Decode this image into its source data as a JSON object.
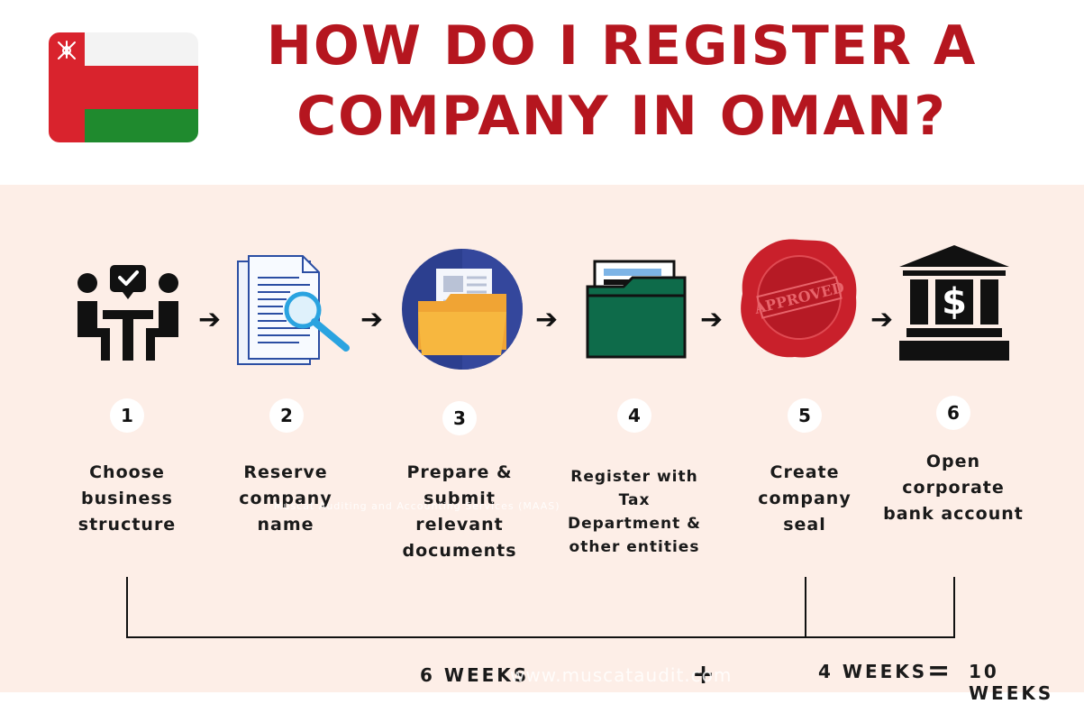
{
  "title": {
    "line1": "HOW DO I REGISTER A",
    "line2": "COMPANY IN OMAN?"
  },
  "flag": {
    "icon": "oman-flag-icon",
    "colors": {
      "red": "#d9232d",
      "white": "#f3f3f3",
      "green": "#1f8a2e"
    }
  },
  "steps": [
    {
      "number": "1",
      "label": [
        "Choose",
        "business",
        "structure"
      ],
      "icon": "meeting-people-icon"
    },
    {
      "number": "2",
      "label": [
        "Reserve",
        "company",
        "name"
      ],
      "icon": "document-search-icon"
    },
    {
      "number": "3",
      "label": [
        "Prepare &",
        "submit",
        "relevant",
        "documents"
      ],
      "icon": "folder-documents-icon"
    },
    {
      "number": "4",
      "label": [
        "Register with",
        "Tax",
        "Department &",
        "other entities"
      ],
      "icon": "green-folder-icon"
    },
    {
      "number": "5",
      "label": [
        "Create",
        "company",
        "seal"
      ],
      "icon": "approved-wax-seal-icon"
    },
    {
      "number": "6",
      "label": [
        "Open",
        "corporate",
        "bank account"
      ],
      "icon": "bank-dollar-icon"
    }
  ],
  "seal_text": "APPROVED",
  "timeline": {
    "segment1": "6 WEEKS",
    "plus": "+",
    "segment2": "4 WEEKS",
    "equals": "=",
    "total": "10 WEEKS"
  },
  "watermarks": {
    "site": "www.muscataudit.com",
    "small": "Muscat Auditing and Accounting Services (MAAS)"
  },
  "colors": {
    "title": "#b5161f",
    "panel": "#fdeee7",
    "folder_green": "#0e6b4a",
    "seal_red": "#c9202b"
  }
}
